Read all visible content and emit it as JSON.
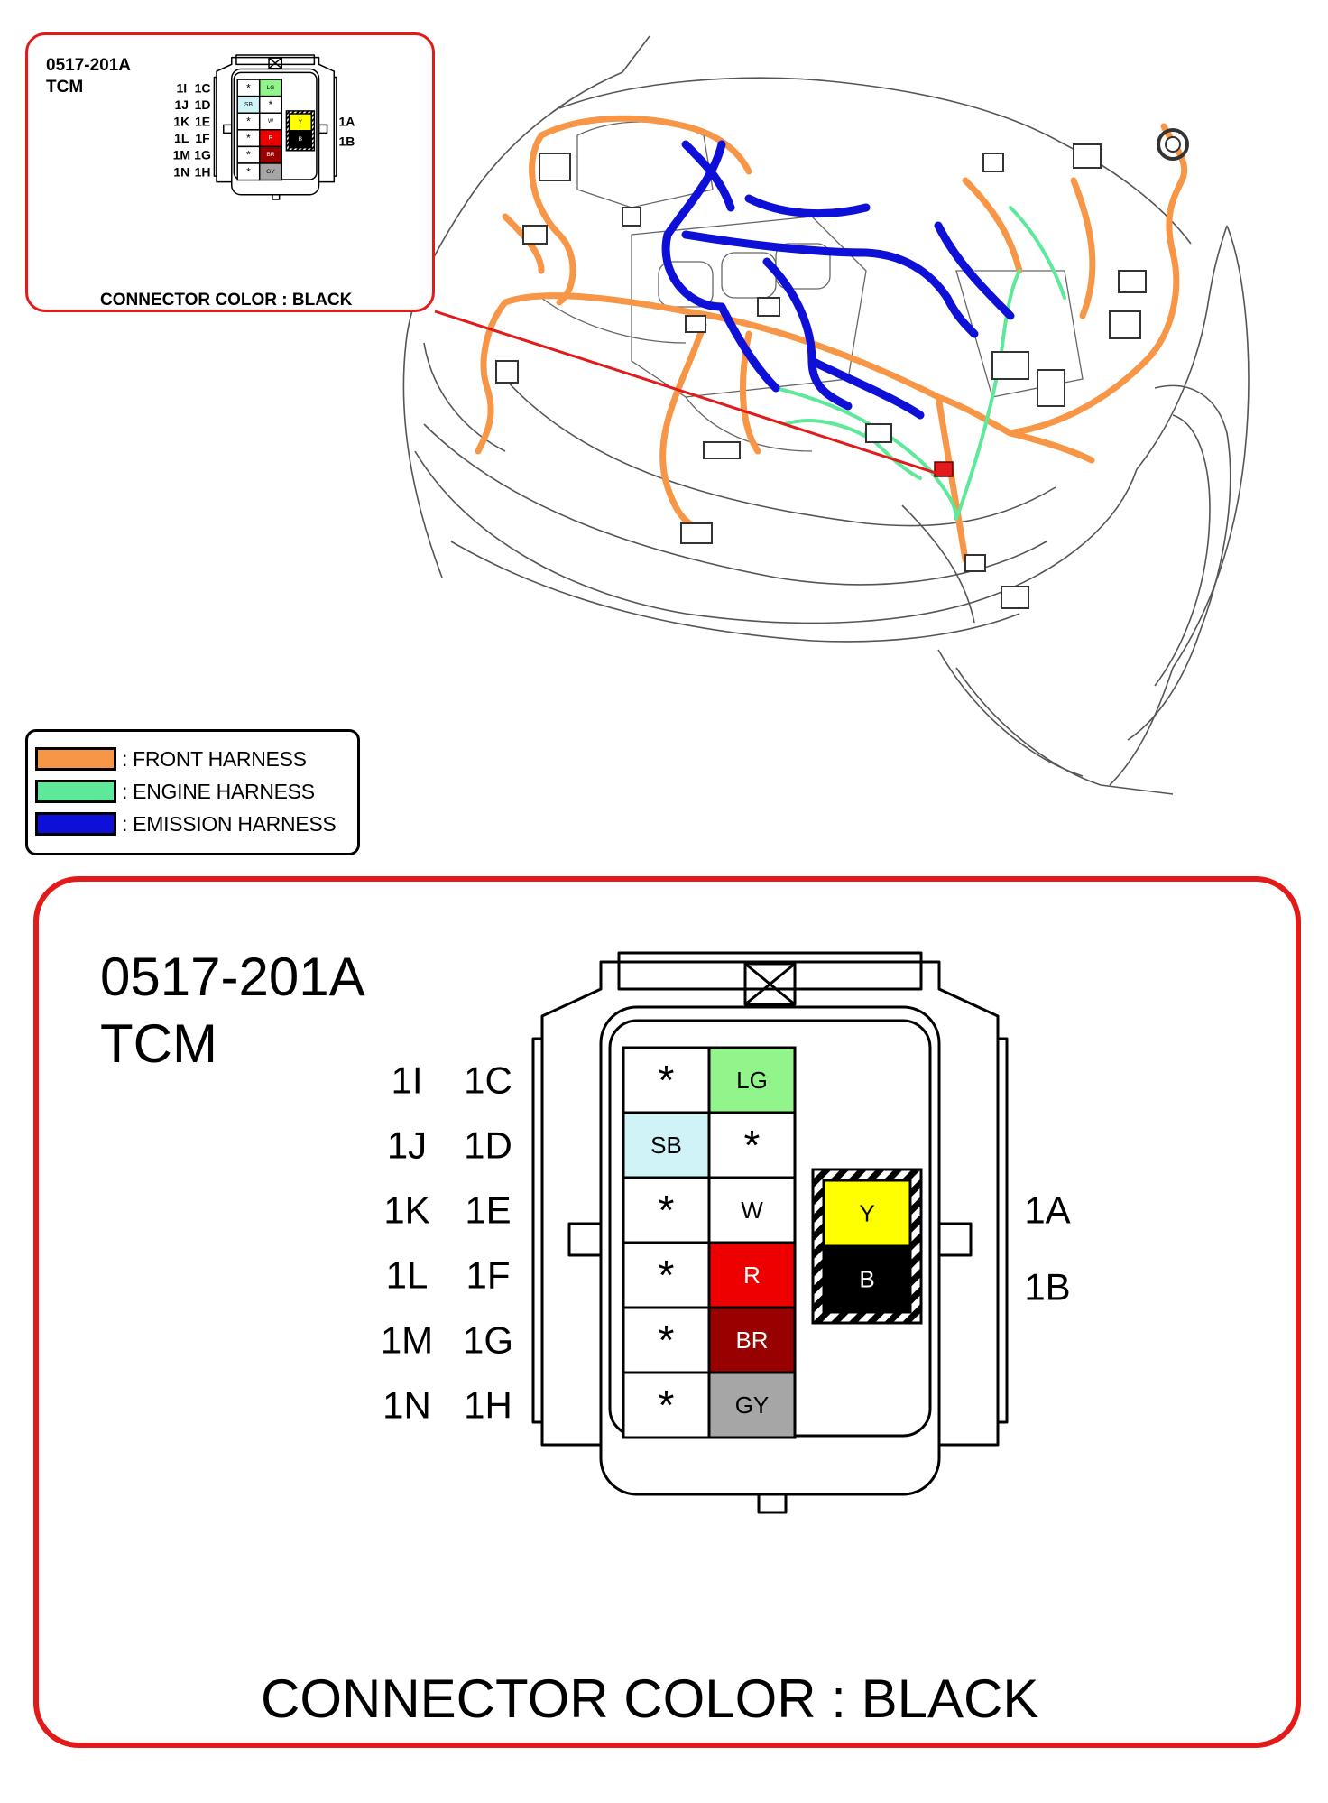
{
  "connector": {
    "code": "0517-201A",
    "name": "TCM",
    "color_label": "CONNECTOR COLOR : BLACK",
    "left_labels": [
      "1I",
      "1J",
      "1K",
      "1L",
      "1M",
      "1N"
    ],
    "mid_labels": [
      "1C",
      "1D",
      "1E",
      "1F",
      "1G",
      "1H"
    ],
    "right_labels": [
      "1A",
      "1B"
    ],
    "main_cells": [
      {
        "left": "*",
        "right": "LG",
        "right_color": "#92f58c",
        "right_text_color": "#000000"
      },
      {
        "left": "SB",
        "left_color": "#cff3f7",
        "right": "*",
        "right_color": "#ffffff",
        "right_text_color": "#000000"
      },
      {
        "left": "*",
        "right": "W",
        "right_color": "#ffffff",
        "right_text_color": "#000000"
      },
      {
        "left": "*",
        "right": "R",
        "right_color": "#ee0000",
        "right_text_color": "#ffffff"
      },
      {
        "left": "*",
        "right": "BR",
        "right_color": "#990000",
        "right_text_color": "#ffffff"
      },
      {
        "left": "*",
        "right": "GY",
        "right_color": "#a6a6a6",
        "right_text_color": "#000000"
      }
    ],
    "side_cells": [
      {
        "label": "Y",
        "color": "#ffff00",
        "text_color": "#000000"
      },
      {
        "label": "B",
        "color": "#000000",
        "text_color": "#ffffff"
      }
    ]
  },
  "legend": [
    {
      "label": ": FRONT HARNESS",
      "color": "#f79646"
    },
    {
      "label": ": ENGINE HARNESS",
      "color": "#5ee89a"
    },
    {
      "label": ": EMISSION HARNESS",
      "color": "#0e10d8"
    }
  ],
  "colors": {
    "callout_red": "#e21a1a",
    "front_harness": "#f79646",
    "engine_harness": "#5ee89a",
    "emission_harness": "#0e10d8"
  }
}
